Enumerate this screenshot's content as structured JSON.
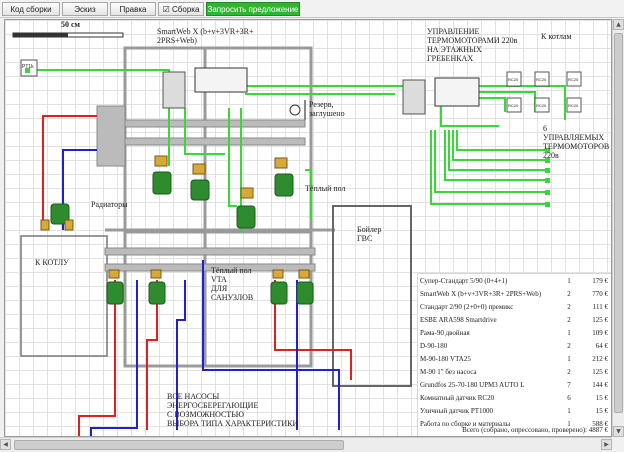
{
  "tabs": [
    {
      "label": "Код сборки"
    },
    {
      "label": "Эскиз"
    },
    {
      "label": "Правка"
    },
    {
      "label": "☑ Сборка"
    },
    {
      "label": "Запросить предложение"
    }
  ],
  "diagram": {
    "scale_label": "50 см",
    "thermo_label": "PT1k",
    "controller_label": "SmartWeb X (b+v+3VR+3R+\n2PRS+Web)",
    "reserve_label": "Резерв,\nзаглушено",
    "thermomotor_title": "УПРАВЛЕНИЕ\nТЕРМОМОТОРАМИ 220в\nНА ЭТАЖНЫХ\nГРЕБЕНКАХ",
    "to_boilers_label": "К котлам",
    "thermomotors_label": "6\nУПРАВЛЯЕМЫХ\nТЕРМОМОТОРОВ\n220в",
    "radiators_label": "Радиаторы",
    "floor_label_right": "Тёплый пол",
    "floor_label_center": "Тёплый пол\nVTA\nДЛЯ\nСАНУЗЛОВ",
    "boiler_label": "Бойлер\nГВС",
    "to_boiler_label": "К КОТЛУ",
    "pumps_note": "ВСЕ НАСОСЫ\nЭНЕРГОСБЕРЕГАЮЩИЕ\nС ВОЗМОЖНОСТЬЮ\nВЫБОРА ТИПА ХАРАКТЕРИСТИКИ",
    "boiler_box_labels": [
      "RC20",
      "RC20",
      "RC20",
      "RC20",
      "RC20",
      "RC20"
    ]
  },
  "spec": {
    "items": [
      {
        "name": "Супер-Стандарт 5/90 (0+4+1)",
        "qty": "1",
        "price": "179 €"
      },
      {
        "name": "SmartWeb X (b+v+3VR+3R+ 2PRS+Web)",
        "qty": "2",
        "price": "770 €"
      },
      {
        "name": "Стандарт 2/90 (2+0+0) премикс",
        "qty": "2",
        "price": "111 €"
      },
      {
        "name": "ESBE ARA598 Smartdrive",
        "qty": "2",
        "price": "125 €"
      },
      {
        "name": "Рама-90 двойная",
        "qty": "1",
        "price": "109 €"
      },
      {
        "name": "D-90-180",
        "qty": "2",
        "price": "64 €"
      },
      {
        "name": "M-90-180 VTA25",
        "qty": "1",
        "price": "212 €"
      },
      {
        "name": "M-90 1\" без насоса",
        "qty": "2",
        "price": "125 €"
      },
      {
        "name": "Grundfos 25-70-180 UPM3 AUTO L",
        "qty": "7",
        "price": "144 €"
      },
      {
        "name": "Комнатный датчик RC20",
        "qty": "6",
        "price": "15 €"
      },
      {
        "name": "Уличный датчик PT1000",
        "qty": "1",
        "price": "15 €"
      },
      {
        "name": "Работа по сборке и материалы",
        "qty": "1",
        "price": "588 €"
      }
    ],
    "total": "Всего (собрано, опрессовано, проверено):  4887 €"
  },
  "colors": {
    "accent": "#2fb52f",
    "hot": "#e02020",
    "cold": "#2020d0",
    "signal": "#38d838",
    "pump": "#2e8b2e"
  }
}
